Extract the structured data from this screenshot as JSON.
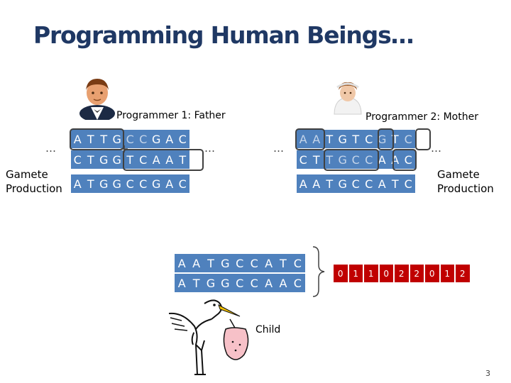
{
  "title": "Programming Human Beings…",
  "father": {
    "label": "Programmer 1: Father",
    "chromosome_1": [
      "A",
      "T",
      "T",
      "G",
      "C",
      "C",
      "G",
      "A",
      "C"
    ],
    "chromosome_2": [
      "C",
      "T",
      "G",
      "G",
      "T",
      "C",
      "A",
      "A",
      "T"
    ],
    "gamete": [
      "A",
      "T",
      "G",
      "G",
      "C",
      "C",
      "G",
      "A",
      "C"
    ]
  },
  "mother": {
    "label": "Programmer 2: Mother",
    "chromosome_1": [
      "A",
      "A",
      "T",
      "G",
      "T",
      "C",
      "G",
      "T",
      "C"
    ],
    "chromosome_2": [
      "C",
      "T",
      "T",
      "G",
      "C",
      "C",
      "A",
      "A",
      "C"
    ],
    "gamete": [
      "A",
      "A",
      "T",
      "G",
      "C",
      "C",
      "A",
      "T",
      "C"
    ]
  },
  "ellipsis": "…",
  "gamete_label_1": "Gamete",
  "gamete_label_2": "Production",
  "child": {
    "label": "Child",
    "chromosome_1": [
      "A",
      "A",
      "T",
      "G",
      "C",
      "C",
      "A",
      "T",
      "C"
    ],
    "chromosome_2": [
      "A",
      "T",
      "G",
      "G",
      "C",
      "C",
      "A",
      "A",
      "C"
    ],
    "genotype": [
      "0",
      "1",
      "1",
      "0",
      "2",
      "2",
      "0",
      "1",
      "2"
    ]
  },
  "page_number": "3"
}
